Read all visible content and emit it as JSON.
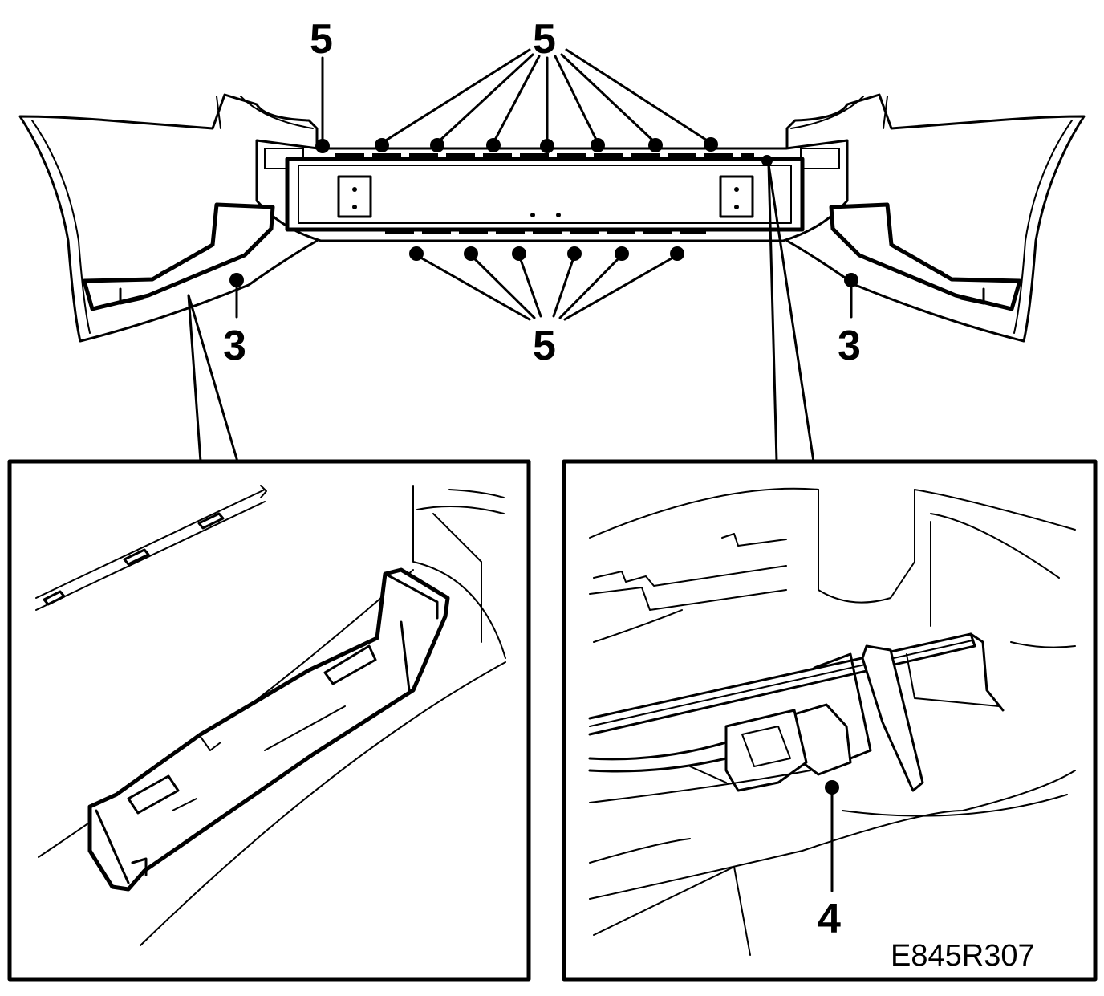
{
  "labels": {
    "clip": "5",
    "hook": "3",
    "connector": "4"
  },
  "reference": "E845R307",
  "colors": {
    "line": "#000000",
    "background": "#ffffff"
  }
}
